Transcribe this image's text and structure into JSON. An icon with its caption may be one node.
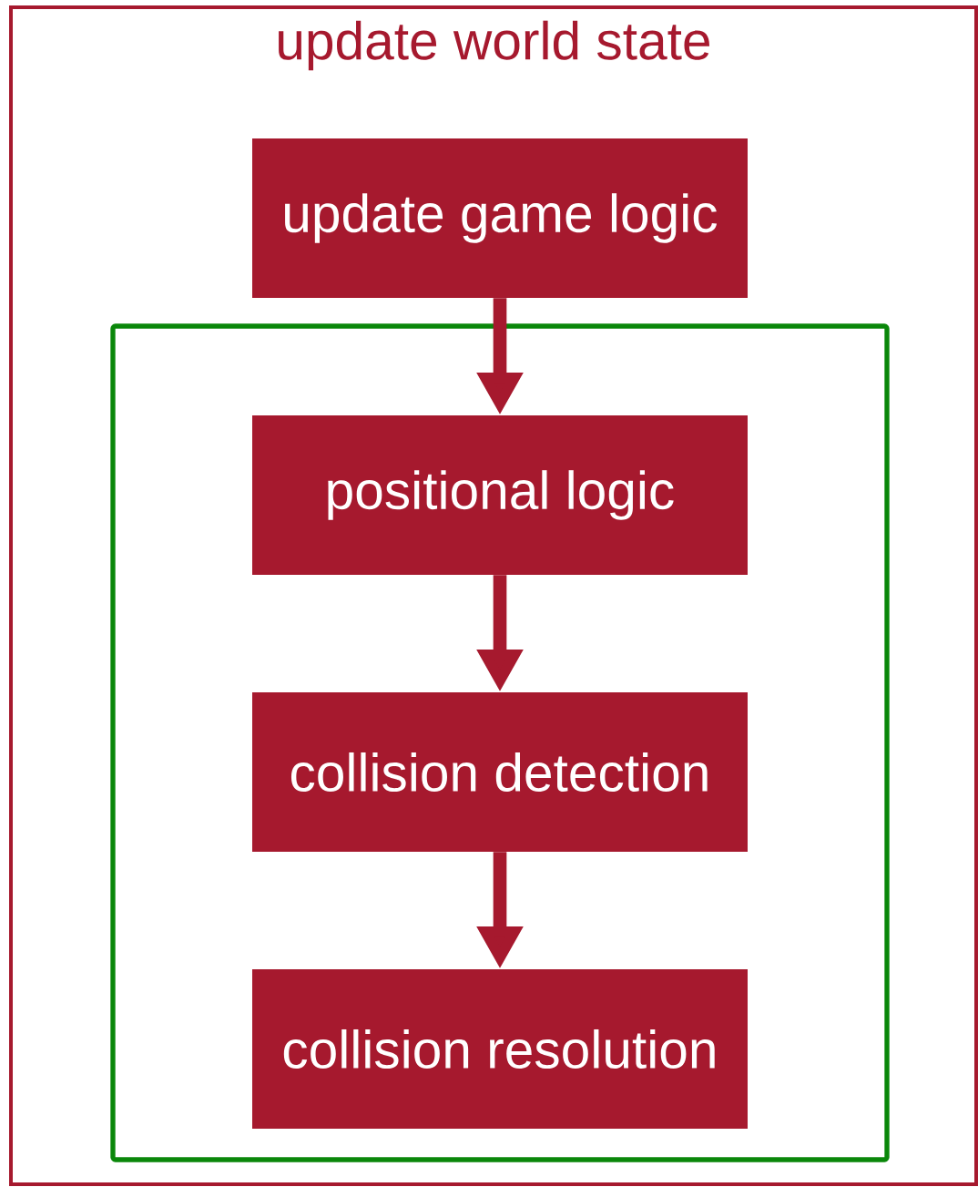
{
  "diagram": {
    "nodes": [
      {
        "text": [
          "update world state"
        ]
      },
      {
        "text": [
          "update game logic"
        ],
        "in": 0
      },
      {
        "text": [],
        "shape": "box",
        "in": 0
      },
      {
        "text": [
          "positional logic"
        ],
        "in": 2
      },
      {
        "text": [
          "collision detection"
        ],
        "in": 2
      },
      {
        "text": [
          "collision resolution"
        ],
        "in": 2
      }
    ],
    "edges": [
      {
        "from": 1,
        "to": 3,
        "arrow": "to"
      },
      {
        "from": 3,
        "to": 4,
        "arrow": "to"
      },
      {
        "from": 4,
        "to": 5,
        "arrow": "to"
      }
    ]
  }
}
